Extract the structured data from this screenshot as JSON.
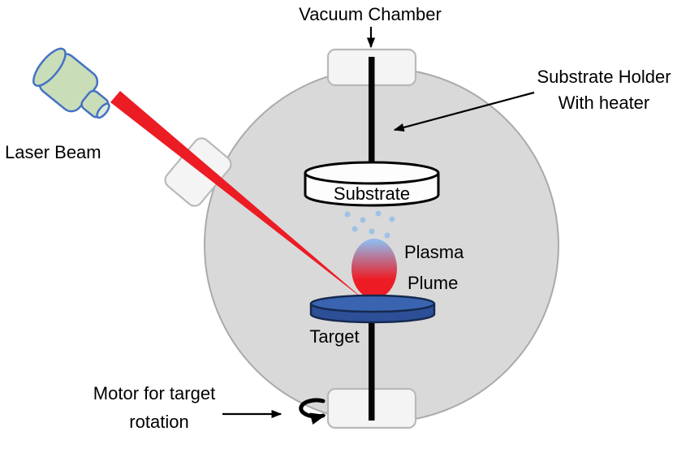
{
  "diagram": {
    "labels": {
      "vacuum_chamber": "Vacuum Chamber",
      "laser_beam": "Laser Beam",
      "substrate_holder_1": "Substrate Holder",
      "substrate_holder_2": "With heater",
      "substrate": "Substrate",
      "plasma_1": "Plasma",
      "plasma_2": "Plume",
      "target": "Target",
      "motor_1": "Motor for target",
      "motor_2": "rotation"
    },
    "colors": {
      "chamber": "#d9d9d9",
      "laser_body": "#c9ddb9",
      "beam": "#ec1c24",
      "plume_top": "#93b7e8",
      "plume_bottom": "#ed1c24",
      "particles": "#9dc3e6",
      "target_top": "#3a64b0",
      "target_side": "#2c4f97"
    }
  }
}
